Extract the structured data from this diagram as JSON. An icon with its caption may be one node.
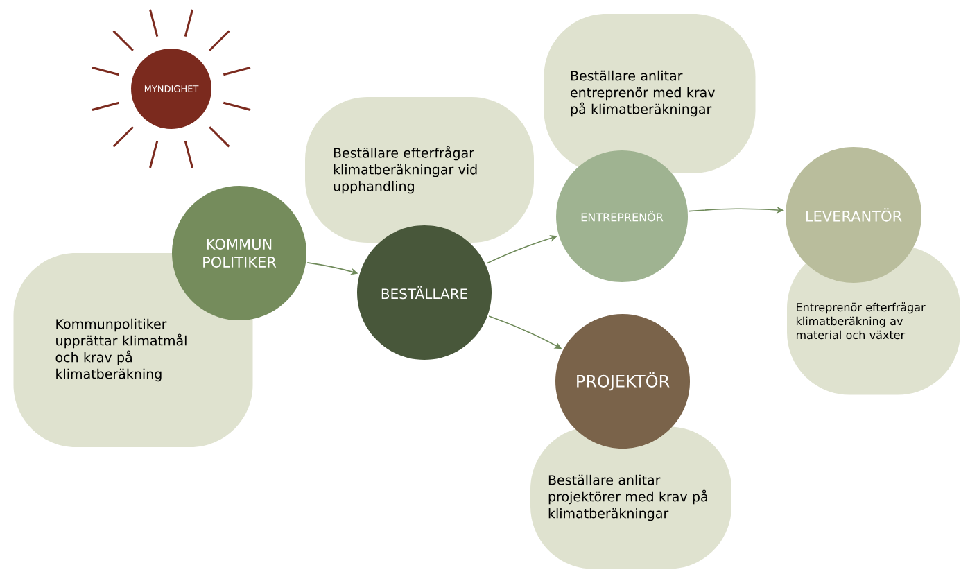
{
  "diagram": {
    "nodes": [
      {
        "text": [
          "MYNDIGHET"
        ]
      },
      {
        "text": [
          "KOMMUN POLITIKER"
        ]
      },
      {
        "text": [
          "Kommunpolitiker upprättar klimatmål och krav på klimatberäkning"
        ]
      },
      {
        "text": [
          "BESTÄLLARE"
        ]
      },
      {
        "text": [
          "Beställare efterfrågar klimatberäkningar vid upphandling"
        ]
      },
      {
        "text": [
          "ENTREPRENÖR"
        ]
      },
      {
        "text": [
          "Beställare anlitar entreprenör med krav på klimatberäkningar"
        ]
      },
      {
        "text": [
          "PROJEKTÖR"
        ]
      },
      {
        "text": [
          "Beställare anlitar projektörer med krav på klimatberäkningar"
        ]
      },
      {
        "text": [
          "LEVERANTÖR"
        ]
      },
      {
        "text": [
          "Entreprenör efterfrågar klimatberäkning av material och växter"
        ]
      }
    ],
    "edges": [
      {
        "from": 1,
        "to": 3,
        "arrow": "to"
      },
      {
        "from": 3,
        "to": 5,
        "arrow": "to"
      },
      {
        "from": 3,
        "to": 7,
        "arrow": "to"
      },
      {
        "from": 5,
        "to": 9,
        "arrow": "to"
      }
    ]
  }
}
